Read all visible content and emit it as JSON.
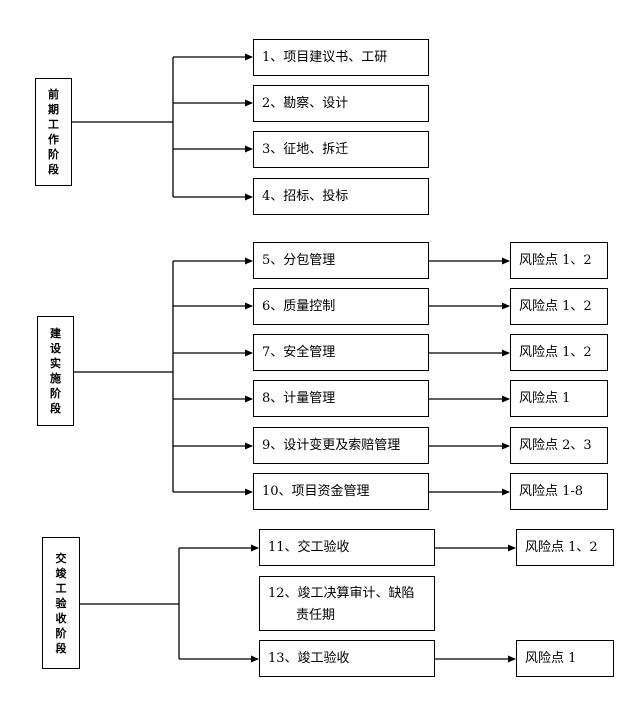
{
  "phases": [
    {
      "label": "前期工作阶段"
    },
    {
      "label": "建设实施阶段"
    },
    {
      "label": "交竣工验收阶段"
    }
  ],
  "steps": [
    {
      "label": "1、项目建议书、工研"
    },
    {
      "label": "2、勘察、设计"
    },
    {
      "label": "3、征地、拆迁"
    },
    {
      "label": "4、招标、投标"
    },
    {
      "label": "5、分包管理"
    },
    {
      "label": "6、质量控制"
    },
    {
      "label": "7、安全管理"
    },
    {
      "label": "8、计量管理"
    },
    {
      "label": "9、设计变更及索赔管理"
    },
    {
      "label": "10、项目资金管理"
    },
    {
      "label": "11、交工验收"
    },
    {
      "label_line1": "12、竣工决算审计、缺陷",
      "label_line2": "责任期"
    },
    {
      "label": "13、竣工验收"
    }
  ],
  "risks": [
    {
      "label": "风险点 1、2"
    },
    {
      "label": "风险点 1、2"
    },
    {
      "label": "风险点 1、2"
    },
    {
      "label": "风险点 1"
    },
    {
      "label": "风险点 2、3"
    },
    {
      "label": "风险点 1-8"
    },
    {
      "label": "风险点 1、2"
    },
    {
      "label": "风险点 1"
    }
  ]
}
